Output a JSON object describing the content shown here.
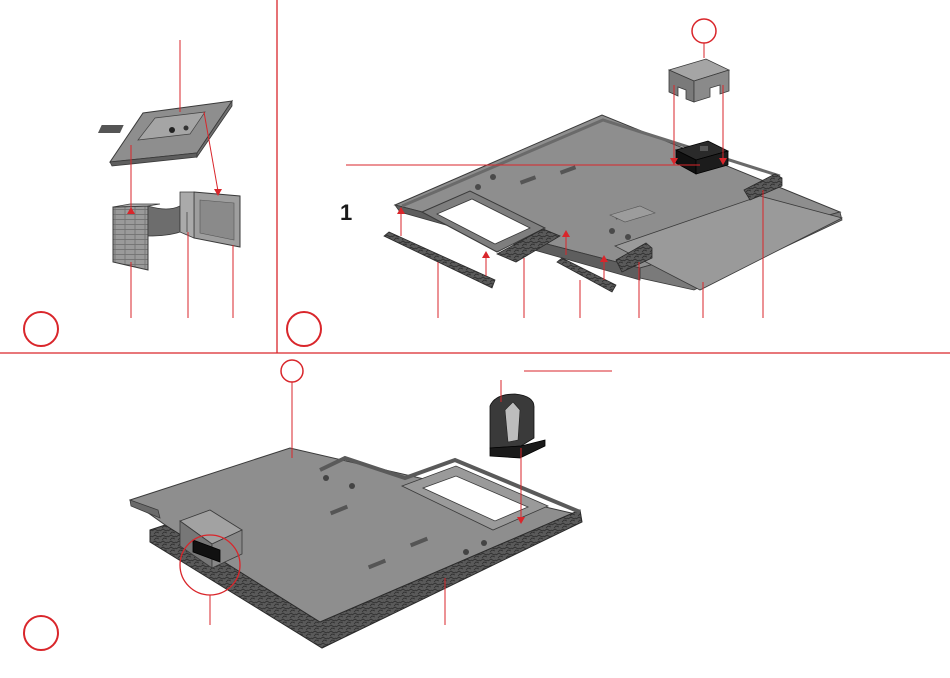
{
  "diagram": {
    "step_label": "1",
    "colors": {
      "leader": "#d9262b",
      "part_fill": "#8e8e8e",
      "part_light": "#a9a9a9",
      "part_dark": "#5e5e5e",
      "outline": "#3a3a3a",
      "stone": "#4a4a4a",
      "black_part": "#111111"
    },
    "icons": [
      "part-callout-circle",
      "arrow-head"
    ]
  }
}
